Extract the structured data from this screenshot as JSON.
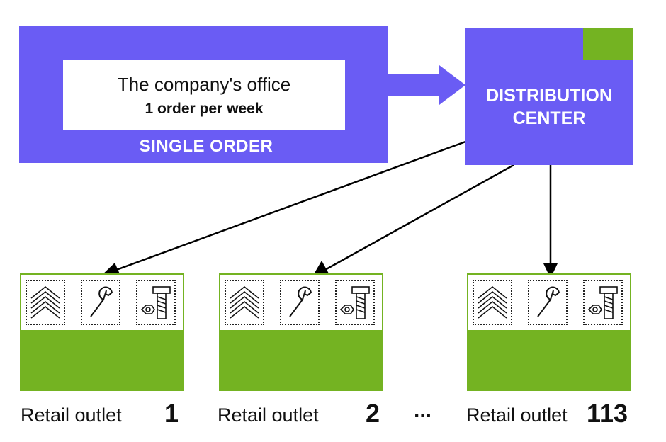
{
  "order_panel": {
    "office_title": "The company's office",
    "office_frequency": "1 order per week",
    "label": "SINGLE ORDER"
  },
  "distribution_center": {
    "line1": "DISTRIBUTION",
    "line2": "CENTER"
  },
  "outlets": [
    {
      "label": "Retail outlet",
      "number": "1"
    },
    {
      "label": "Retail outlet",
      "number": "2"
    },
    {
      "label": "Retail outlet",
      "number": "113"
    }
  ],
  "ellipsis": "...",
  "colors": {
    "primary": "#6a5cf4",
    "accent": "#74b322",
    "line": "#000000"
  },
  "icons": [
    "chevron-stack-icon",
    "wrench-icon",
    "bolt-nut-icon"
  ]
}
